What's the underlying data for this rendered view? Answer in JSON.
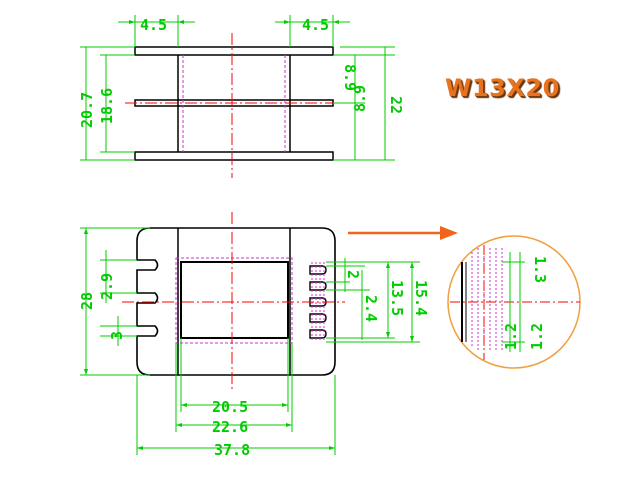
{
  "title": "W13X20",
  "colors": {
    "outline": "#000000",
    "dimension": "#00cc00",
    "centerline": "#ff0000",
    "hidden": "#cc33cc",
    "arrow": "#f0641e",
    "detail_circle": "#f0a040",
    "title": "#e8731e"
  },
  "top_view": {
    "dims": {
      "left_flange": "4.5",
      "right_flange": "4.5",
      "outer_height": "20.7",
      "inner_height": "18.6",
      "upper_pitch": "8.9",
      "lower_pitch": "8.9",
      "total": "22"
    }
  },
  "front_view": {
    "dims": {
      "height": "28",
      "notch_pitch": "2.9",
      "notch_offset": "3",
      "pin_gap": "2",
      "pin_pitch": "2.4",
      "inner_span": "13.5",
      "outer_span": "15.4",
      "window_width": "20.5",
      "core_width": "22.6",
      "overall_width": "37.8"
    }
  },
  "detail": {
    "dims": {
      "pin_width": "1.3",
      "left_offset": "1.2",
      "right_offset": "1.2"
    }
  }
}
